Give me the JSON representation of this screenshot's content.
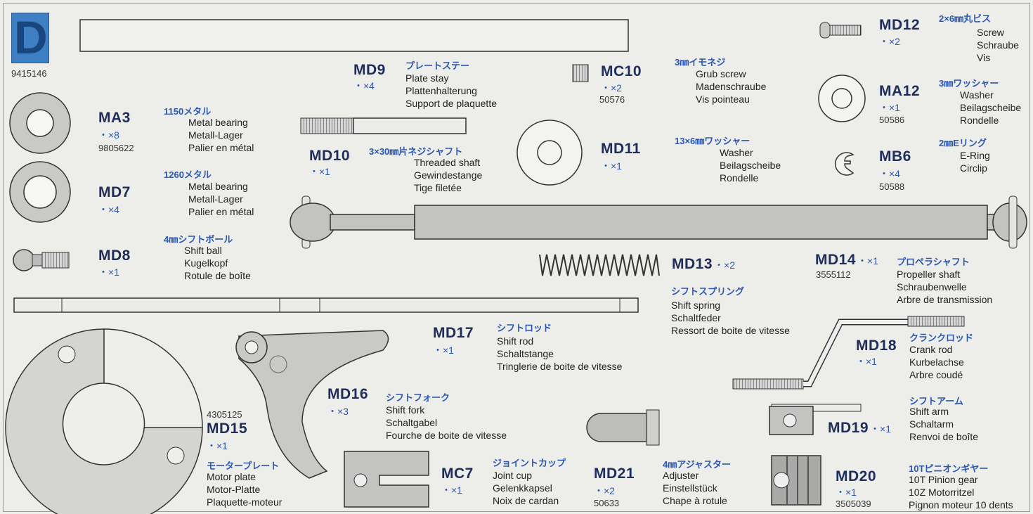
{
  "sheet": {
    "letter": "D",
    "number": "9415146"
  },
  "parts": [
    {
      "id": "ma3",
      "code": "MA3",
      "qty": "・×8",
      "num": "9805622",
      "jp": "1150メタル",
      "lines": [
        "Metal bearing",
        "Metall-Lager",
        "Palier en métal"
      ]
    },
    {
      "id": "md7",
      "code": "MD7",
      "qty": "・×4",
      "num": "",
      "jp": "1260メタル",
      "lines": [
        "Metal bearing",
        "Metall-Lager",
        "Palier en métal"
      ]
    },
    {
      "id": "md8",
      "code": "MD8",
      "qty": "・×1",
      "num": "",
      "jp": "4㎜シフトボール",
      "lines": [
        "Shift ball",
        "Kugelkopf",
        "Rotule de boîte"
      ]
    },
    {
      "id": "md9",
      "code": "MD9",
      "qty": "・×4",
      "num": "",
      "jp": "プレートステー",
      "lines": [
        "Plate stay",
        "Plattenhalterung",
        "Support de plaquette"
      ]
    },
    {
      "id": "md10",
      "code": "MD10",
      "qty": "・×1",
      "num": "",
      "jp": "3×30㎜片ネジシャフト",
      "lines": [
        "Threaded shaft",
        "Gewindestange",
        "Tige filetée"
      ]
    },
    {
      "id": "mc10",
      "code": "MC10",
      "qty": "・×2",
      "num": "50576",
      "jp": "3㎜イモネジ",
      "lines": [
        "Grub screw",
        "Madenschraube",
        "Vis pointeau"
      ]
    },
    {
      "id": "md11",
      "code": "MD11",
      "qty": "・×1",
      "num": "",
      "jp": "13×6㎜ワッシャー",
      "lines": [
        "Washer",
        "Beilagscheibe",
        "Rondelle"
      ]
    },
    {
      "id": "md12",
      "code": "MD12",
      "qty": "・×2",
      "num": "",
      "jp": "2×6㎜丸ビス",
      "lines": [
        "Screw",
        "Schraube",
        "Vis"
      ]
    },
    {
      "id": "ma12",
      "code": "MA12",
      "qty": "・×1",
      "num": "50586",
      "jp": "3㎜ワッシャー",
      "lines": [
        "Washer",
        "Beilagscheibe",
        "Rondelle"
      ]
    },
    {
      "id": "mb6",
      "code": "MB6",
      "qty": "・×4",
      "num": "50588",
      "jp": "2㎜Eリング",
      "lines": [
        "E-Ring",
        "Circlip"
      ]
    },
    {
      "id": "md13",
      "code": "MD13",
      "qty": "・×2",
      "num": "",
      "jp": "シフトスプリング",
      "lines": [
        "Shift spring",
        "Schaltfeder",
        "Ressort de boite de vitesse"
      ]
    },
    {
      "id": "md14",
      "code": "MD14",
      "qty": "・×1",
      "num": "3555112",
      "jp": "プロペラシャフト",
      "lines": [
        "Propeller shaft",
        "Schraubenwelle",
        "Arbre de transmission"
      ]
    },
    {
      "id": "md17",
      "code": "MD17",
      "qty": "・×1",
      "num": "",
      "jp": "シフトロッド",
      "lines": [
        "Shift rod",
        "Schaltstange",
        "Tringlerie de boite de vitesse"
      ]
    },
    {
      "id": "md18",
      "code": "MD18",
      "qty": "・×1",
      "num": "",
      "jp": "クランクロッド",
      "lines": [
        "Crank rod",
        "Kurbelachse",
        "Arbre coudé"
      ]
    },
    {
      "id": "md16",
      "code": "MD16",
      "qty": "・×3",
      "num": "",
      "jp": "シフトフォーク",
      "lines": [
        "Shift fork",
        "Schaltgabel",
        "Fourche de boite de vitesse"
      ]
    },
    {
      "id": "md15",
      "code": "MD15",
      "qty": "・×1",
      "num": "4305125",
      "jp": "モータープレート",
      "lines": [
        "Motor plate",
        "Motor-Platte",
        "Plaquette-moteur"
      ]
    },
    {
      "id": "md19",
      "code": "MD19",
      "qty": "・×1",
      "num": "",
      "jp": "シフトアーム",
      "lines": [
        "Shift arm",
        "Schaltarm",
        "Renvoi de boîte"
      ]
    },
    {
      "id": "mc7",
      "code": "MC7",
      "qty": "・×1",
      "num": "",
      "jp": "ジョイントカップ",
      "lines": [
        "Joint cup",
        "Gelenkkapsel",
        "Noix de cardan"
      ]
    },
    {
      "id": "md21",
      "code": "MD21",
      "qty": "・×2",
      "num": "50633",
      "jp": "4㎜アジャスター",
      "lines": [
        "Adjuster",
        "Einstellstück",
        "Chape à rotule"
      ]
    },
    {
      "id": "md20",
      "code": "MD20",
      "qty": "・×1",
      "num": "3505039",
      "jp": "10Tピニオンギヤー",
      "lines": [
        "10T Pinion gear",
        "10Z Motorritzel",
        "Pignon moteur 10 dents"
      ]
    }
  ]
}
